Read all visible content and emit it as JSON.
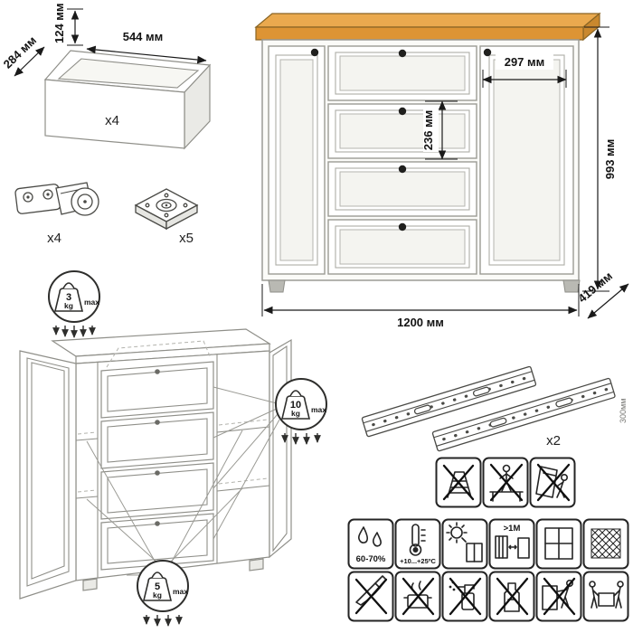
{
  "colors": {
    "wood_top": "#eaa94e",
    "wood_front": "#dd9434",
    "wood_side": "#c9882e",
    "knob": "#20201e",
    "body": "#fbfbf8"
  },
  "drawer_box": {
    "height": "124 мм",
    "width": "544 мм",
    "depth": "284 мм",
    "quantity": "x4"
  },
  "hardware": {
    "hinge_quantity": "x4",
    "plate_quantity": "x5"
  },
  "cabinet_dimensions": {
    "door_width": "297 мм",
    "drawer_height": "236 мм",
    "height": "993 мм",
    "width": "1200 мм",
    "depth": "419 мм"
  },
  "load_limits": {
    "top_surface": {
      "value": "3",
      "unit": "kg",
      "suffix": "max"
    },
    "drawer": {
      "value": "10",
      "unit": "kg",
      "suffix": "max"
    },
    "shelf": {
      "value": "5",
      "unit": "kg",
      "suffix": "max"
    }
  },
  "slides": {
    "quantity": "x2",
    "length": "300мм"
  },
  "care": {
    "humidity": "60-70%",
    "temperature": "+10...+25ºC",
    "min_distance": ">1M"
  },
  "icon_names": {
    "row1": [
      "no-climbing",
      "no-standing-on-top",
      "tip-over-warning"
    ],
    "row2": [
      "humidity-range",
      "temperature-range",
      "avoid-direct-sunlight",
      "keep-distance-from-heat",
      "window-panes",
      "ventilation-mesh"
    ],
    "row3": [
      "no-cutting",
      "no-hot-items",
      "no-abrasive-cleaners",
      "no-solvents",
      "no-dragging",
      "carry-with-two-people"
    ]
  }
}
